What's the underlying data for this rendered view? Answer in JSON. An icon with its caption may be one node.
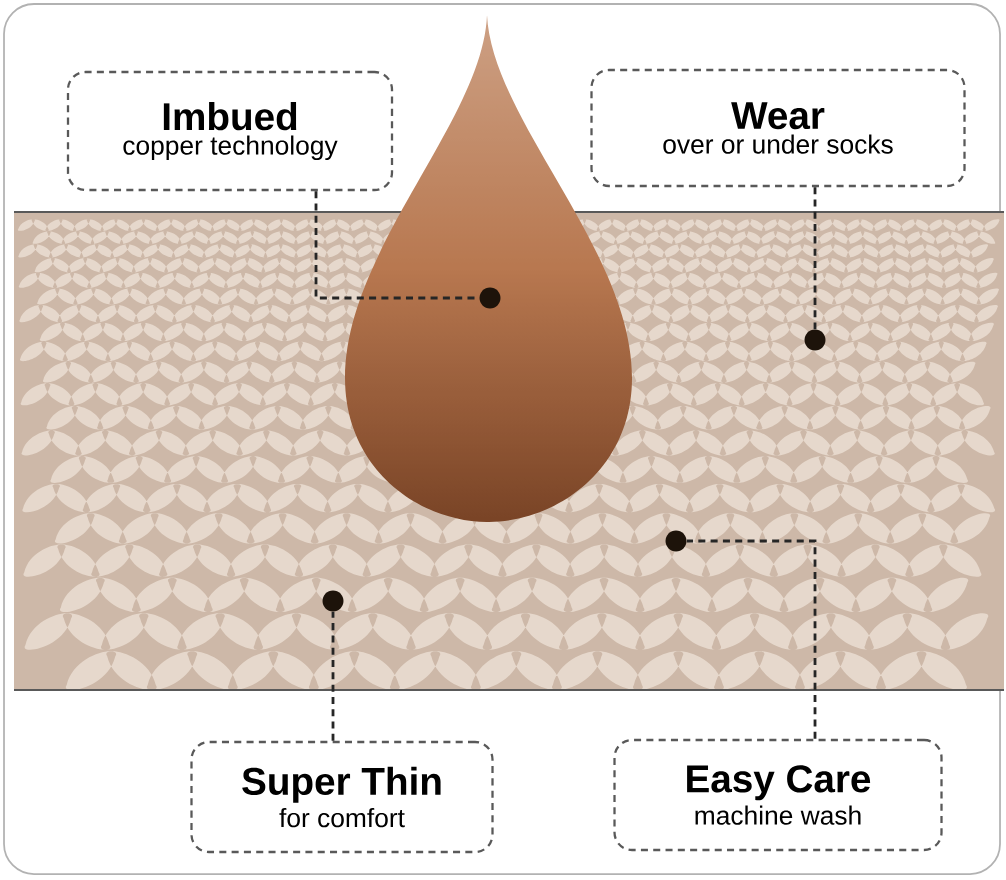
{
  "diagram": {
    "nodes": [
      {
        "text": [
          "Imbued",
          "copper technology"
        ]
      },
      {
        "text": [
          "Wear",
          "over or under socks"
        ]
      },
      {
        "text": [
          "Super Thin",
          "for comfort"
        ]
      },
      {
        "text": [
          "Easy Care",
          "machine wash"
        ]
      },
      {
        "text": [],
        "shape": "circle"
      },
      {
        "text": [],
        "shape": "circle"
      },
      {
        "text": [],
        "shape": "circle"
      },
      {
        "text": [],
        "shape": "circle"
      }
    ],
    "edges": [
      {
        "from": 0,
        "to": 4,
        "arrow": "none",
        "style": "dashed"
      },
      {
        "from": 1,
        "to": 5,
        "arrow": "none",
        "style": "dashed"
      },
      {
        "from": 2,
        "to": 7,
        "arrow": "none",
        "style": "dashed"
      },
      {
        "from": 3,
        "to": 6,
        "arrow": "none",
        "style": "dashed"
      }
    ]
  }
}
